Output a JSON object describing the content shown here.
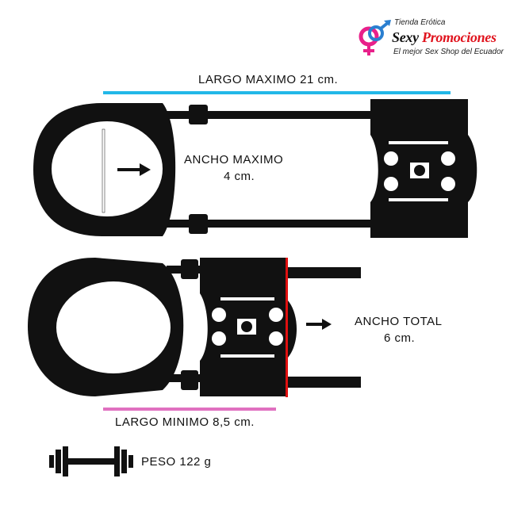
{
  "logo": {
    "line1": "Tienda Erótica",
    "brand_a": "Sexy",
    "brand_b": "Promociones",
    "tagline": "El mejor Sex Shop del Ecuador",
    "colors": {
      "female": "#e8208a",
      "male": "#2a7fd0",
      "brand_red": "#e0141e"
    }
  },
  "labels": {
    "largo_maximo": "LARGO MAXIMO 21 cm.",
    "ancho_maximo_1": "ANCHO MAXIMO",
    "ancho_maximo_2": "4 cm.",
    "ancho_total_1": "ANCHO TOTAL",
    "ancho_total_2": "6 cm.",
    "largo_minimo": "LARGO MINIMO 8,5 cm.",
    "peso": "PESO 122 g"
  },
  "colors": {
    "largo_maximo_line": "#22b8e8",
    "ancho_total_line": "#e01010",
    "largo_minimo_line": "#e070c0"
  }
}
